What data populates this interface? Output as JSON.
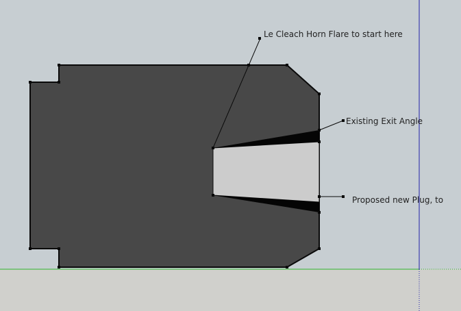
{
  "viewport": {
    "sky_color": "#c7ced2",
    "ground_color": "#d0d0cc",
    "ground_axis_color": "#2fb52f",
    "vertical_axis_color": "#2222aa"
  },
  "model": {
    "body_color": "#484848",
    "outline_color": "#0a0a0a",
    "bore_color": "#cccccc",
    "wedge_color": "#050505"
  },
  "annotations": {
    "horn_flare": "Le Cleach Horn Flare to start here",
    "exit_angle": "Existing Exit Angle",
    "new_plug": "Proposed new Plug, to"
  }
}
